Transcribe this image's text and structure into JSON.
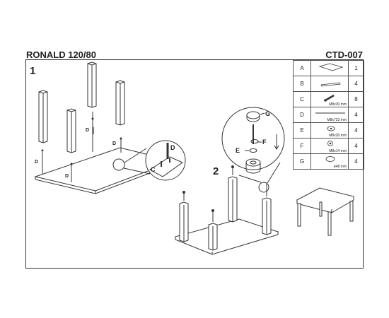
{
  "header": {
    "title": "RONALD 120/80",
    "code": "CTD-007"
  },
  "steps": {
    "one": "1",
    "two": "2"
  },
  "callouts": {
    "d": "D",
    "c": "C",
    "e": "E",
    "f": "F",
    "g": "G"
  },
  "parts": [
    {
      "letter": "A",
      "caption": "",
      "qty": "1",
      "icon": "tabletop-icon"
    },
    {
      "letter": "B",
      "caption": "",
      "qty": "4",
      "icon": "leg-icon"
    },
    {
      "letter": "C",
      "caption": "M8x30 mm",
      "qty": "8",
      "icon": "bolt-icon"
    },
    {
      "letter": "D",
      "caption": "M8x723 mm",
      "qty": "4",
      "icon": "threaded-rod-icon"
    },
    {
      "letter": "E",
      "caption": "M8x30 mm",
      "qty": "4",
      "icon": "washer-icon"
    },
    {
      "letter": "F",
      "caption": "M8x14 mm",
      "qty": "4",
      "icon": "nut-icon"
    },
    {
      "letter": "G",
      "caption": "ø48 mm",
      "qty": "4",
      "icon": "foot-cap-icon"
    }
  ]
}
